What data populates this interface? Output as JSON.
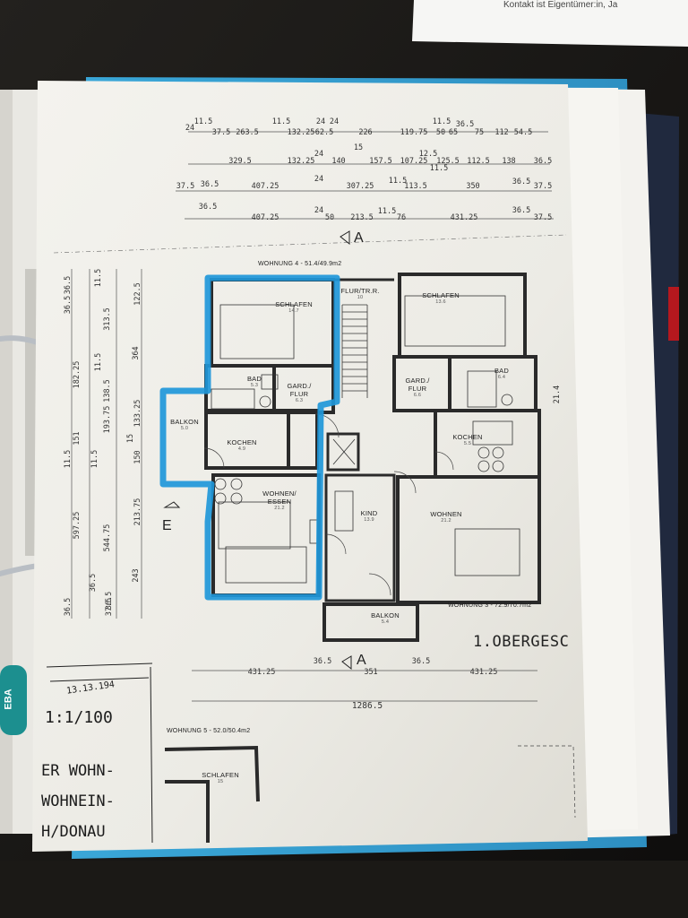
{
  "note": {
    "text": "Kontakt ist Eigentümer:in, Ja"
  },
  "plan": {
    "dims_top_row1": [
      "11.5",
      "37.5",
      "263.5",
      "11.5",
      "132.25",
      "24",
      "62.5",
      "24",
      "226",
      "11.5",
      "119.75",
      "50",
      "65",
      "36.5",
      "75",
      "112",
      "54.5"
    ],
    "dim_24_a": "24",
    "dims_top_row2": [
      "15",
      "12.5",
      "329.5",
      "132.25",
      "24",
      "140",
      "157.5",
      "107.25",
      "125.5",
      "112.5",
      "138",
      "36.5"
    ],
    "dim_11_5_r2": "11.5",
    "dims_top_row3": [
      "37.5",
      "36.5",
      "407.25",
      "24",
      "307.25",
      "11.5",
      "113.5",
      "350",
      "36.5",
      "37.5"
    ],
    "dims_top_row4": [
      "36.5",
      "407.25",
      "24",
      "50",
      "213.5",
      "11.5",
      "76",
      "431.25",
      "36.5",
      "37.5"
    ],
    "dims_left": [
      "36.5",
      "36.5",
      "313.5",
      "364",
      "182.25",
      "138.5",
      "133.25",
      "193.75",
      "150",
      "151",
      "213.75",
      "544.75",
      "597.25",
      "243",
      "36.5",
      "37.5"
    ],
    "dims_left_b": [
      "11.5",
      "122.5",
      "11.5",
      "11.5",
      "15",
      "11.5",
      "36.5",
      "36.5"
    ],
    "dim_right": "21.4",
    "dims_bottom_row": [
      "431.25",
      "36.5",
      "351",
      "36.5",
      "431.25"
    ],
    "dim_bottom_total": "1286.5",
    "section_mark": "A",
    "section_mark_side": "E",
    "apt4_label": "WOHNUNG 4 - 51.4/49.9m2",
    "apt3_label": "WOHNUNG 3 - 72.9/70.7m2",
    "apt5_label": "WOHNUNG 5 - 52.0/50.4m2",
    "rooms": {
      "schlafen_l": "SCHLAFEN",
      "schlafen_l_area": "14.7",
      "flur": "FLUR/TR.R.",
      "flur_area": "10",
      "schlafen_r": "SCHLAFEN",
      "schlafen_r_area": "13.6",
      "bad_l": "BAD",
      "bad_l_area": "5.3",
      "gard_l1": "GARD./",
      "gard_l2": "FLUR",
      "gard_l_area": "6.3",
      "gard_r1": "GARD./",
      "gard_r2": "FLUR",
      "gard_r_area": "6.6",
      "bad_r": "BAD",
      "bad_r_area": "6.4",
      "balkon_l": "BALKON",
      "balkon_l_area": "5.0",
      "kochen_l": "KOCHEN",
      "kochen_l_area": "4.9",
      "kochen_r": "KOCHEN",
      "kochen_r_area": "5.5",
      "wohnen_l1": "WOHNEN/",
      "wohnen_l2": "ESSEN",
      "wohnen_l_area": "21.2",
      "kind": "KIND",
      "kind_area": "13.9",
      "wohnen_r": "WOHNEN",
      "wohnen_r_area": "21.2",
      "balkon_b": "BALKON",
      "balkon_b_area": "5.4",
      "schlafen_b": "SCHLAFEN",
      "schlafen_b_area": "15"
    },
    "floor_title": "1.OBERGESC",
    "stamp_date": "13.13.194",
    "scale": "1:1/100",
    "title_lines": [
      "ER WOHN-",
      "WOHNEIN-",
      "H/DONAU"
    ],
    "binder_label": "EBA",
    "outline_color": "#1f97d9"
  }
}
